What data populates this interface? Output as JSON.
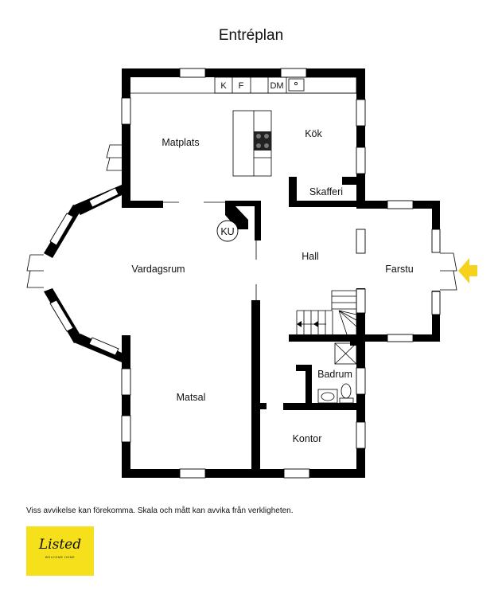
{
  "title": "Entréplan",
  "rooms": {
    "matplats": "Matplats",
    "kok": "Kök",
    "skafferi": "Skafferi",
    "ku": "KU",
    "vardagsrum": "Vardagsrum",
    "hall": "Hall",
    "farstu": "Farstu",
    "badrum": "Badrum",
    "matsal": "Matsal",
    "kontor": "Kontor"
  },
  "appliances": {
    "k": "K",
    "f": "F",
    "dm": "DM"
  },
  "disclaimer": "Viss avvikelse kan förekomma. Skala och mått kan avvika från verkligheten.",
  "logo": {
    "brand": "Listed",
    "tagline": "WELCOME HOME"
  },
  "entrance_arrow_color": "#f6d21c",
  "logo_color": "#f6e01c",
  "wall_color": "#000000"
}
